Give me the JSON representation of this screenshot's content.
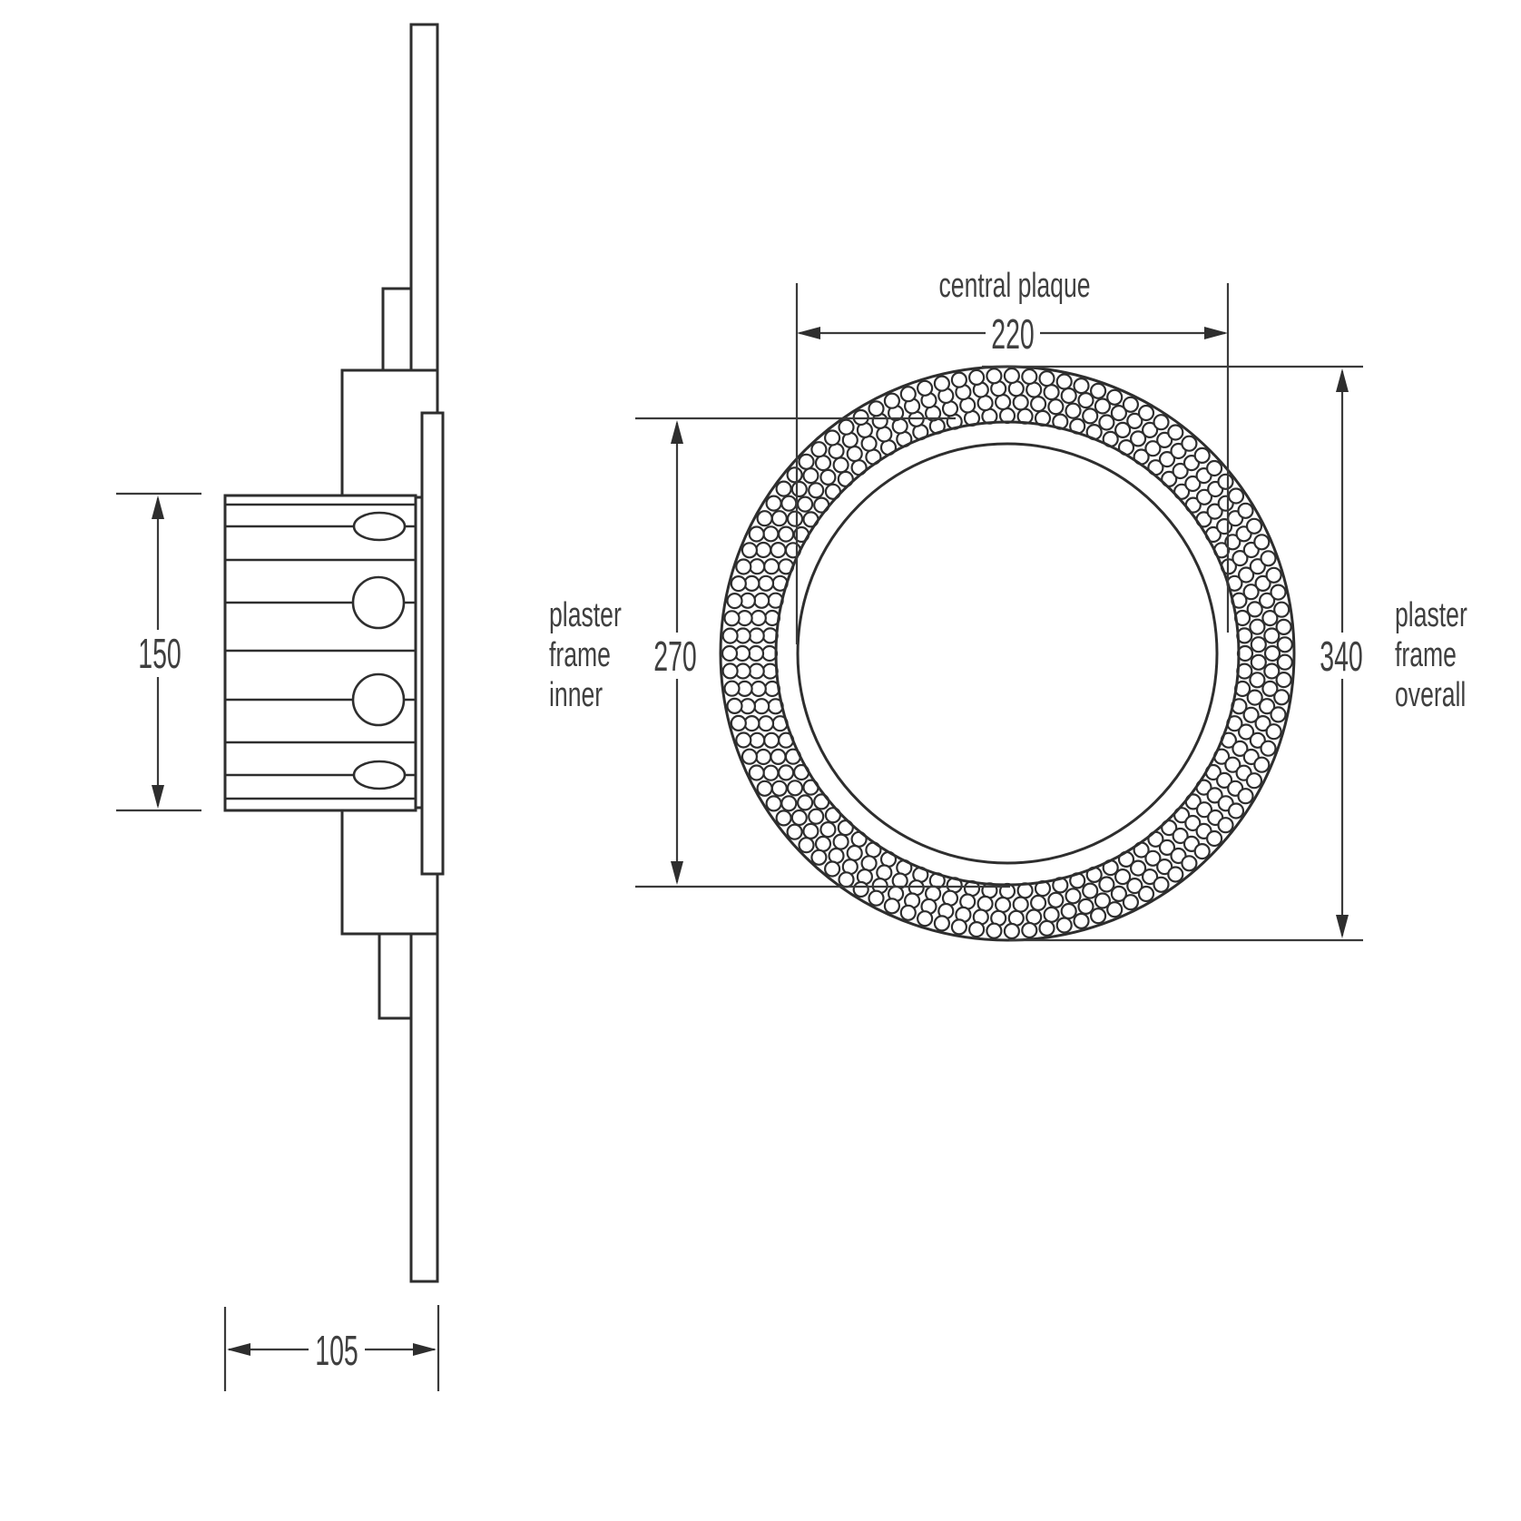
{
  "drawing": {
    "type": "technical dimension drawing of recessed plaster-frame downlight",
    "side_view": {
      "height_dim": "150",
      "depth_dim": "105"
    },
    "ring_view": {
      "top_label": "central plaque",
      "plaque_dim": "220",
      "inner_dim": "270",
      "overall_dim": "340",
      "inner_label_lines": [
        "plaster",
        "frame",
        "inner"
      ],
      "overall_label_lines": [
        "plaster",
        "frame",
        "overall"
      ]
    },
    "colors": {
      "line": "#2e2e2e",
      "dimension_line": "#3a3a3a",
      "text": "#3f3f3f",
      "background": "#ffffff"
    }
  }
}
